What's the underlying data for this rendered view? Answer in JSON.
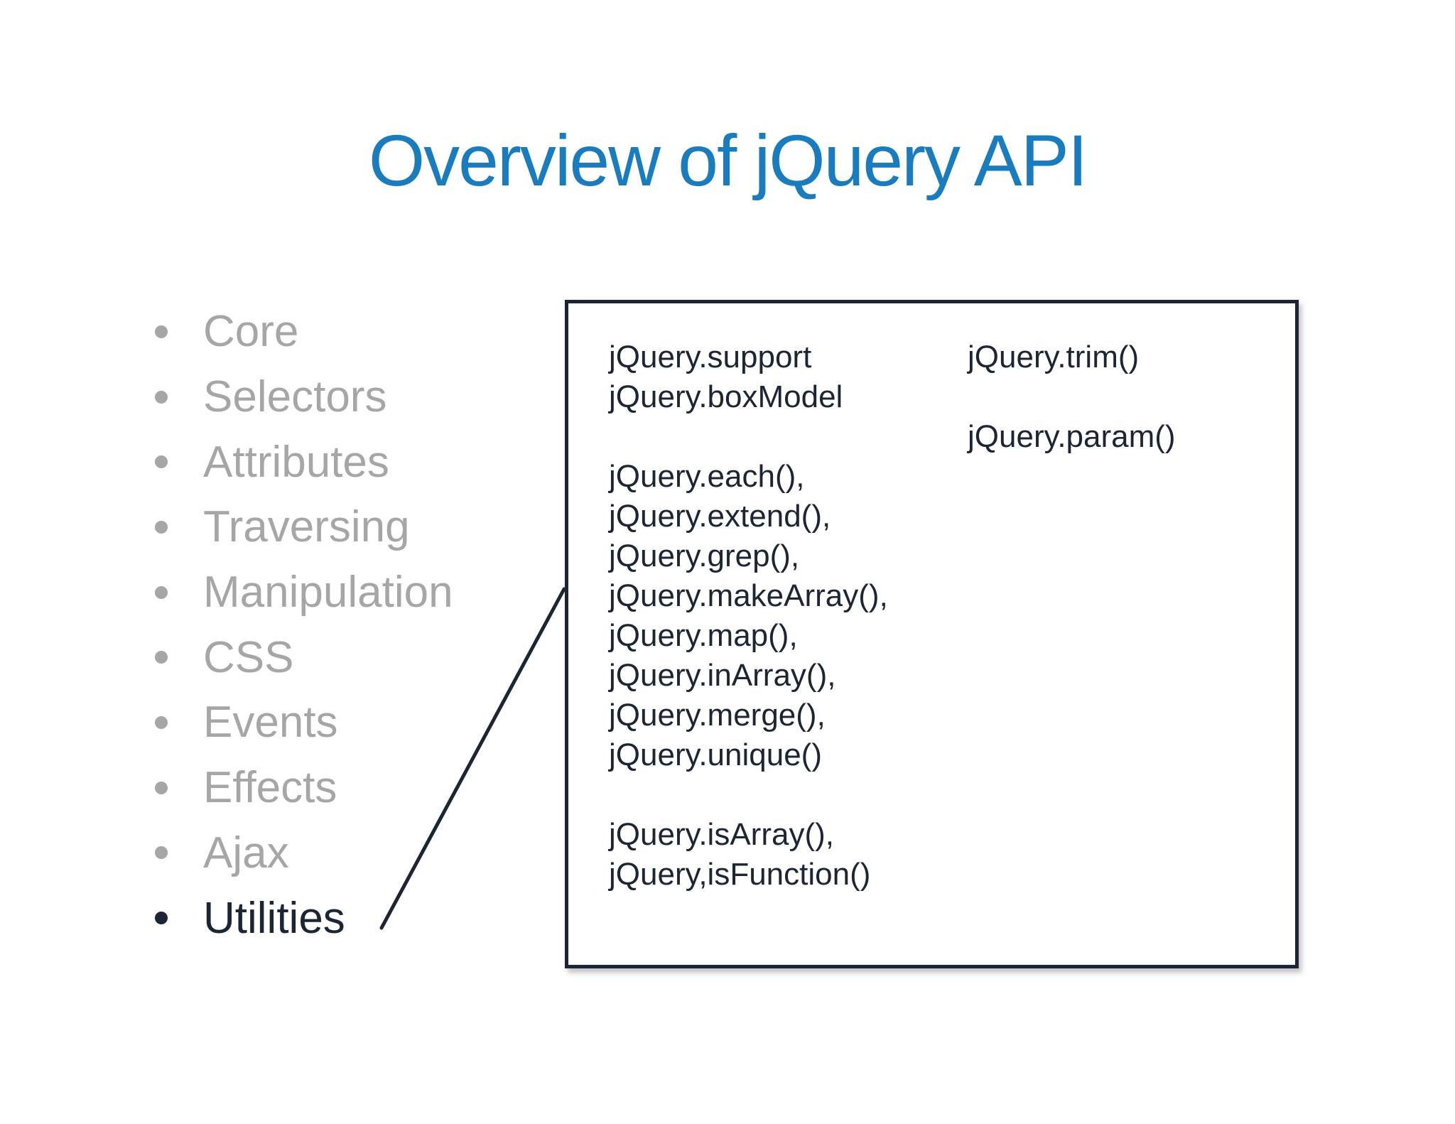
{
  "slide": {
    "title": "Overview of jQuery API",
    "colors": {
      "title_blue": "#187cbe",
      "list_gray": "#a6a6a6",
      "dark_navy": "#1b2533",
      "background": "#ffffff"
    },
    "bullet_list": {
      "items": [
        {
          "label": "Core",
          "active": false
        },
        {
          "label": "Selectors",
          "active": false
        },
        {
          "label": "Attributes",
          "active": false
        },
        {
          "label": "Traversing",
          "active": false
        },
        {
          "label": "Manipulation",
          "active": false
        },
        {
          "label": "CSS",
          "active": false
        },
        {
          "label": "Events",
          "active": false
        },
        {
          "label": "Effects",
          "active": false
        },
        {
          "label": "Ajax",
          "active": false
        },
        {
          "label": "Utilities",
          "active": true
        }
      ]
    },
    "callout_box": {
      "left_column": [
        "jQuery.support",
        "jQuery.boxModel",
        "",
        "jQuery.each(),",
        "jQuery.extend(),",
        "jQuery.grep(),",
        "jQuery.makeArray(),",
        "jQuery.map(),",
        "jQuery.inArray(),",
        "jQuery.merge(),",
        "jQuery.unique()",
        "",
        "jQuery.isArray(),",
        "jQuery,isFunction()"
      ],
      "right_column": [
        "jQuery.trim()",
        "",
        "jQuery.param()"
      ]
    }
  }
}
